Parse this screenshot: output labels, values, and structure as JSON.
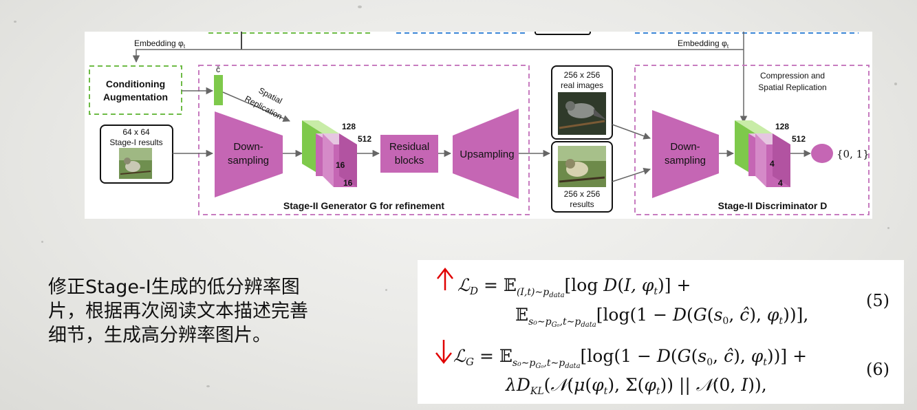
{
  "diagram": {
    "embedding_left": "Embedding φ",
    "embedding_right": "Embedding φ",
    "embedding_sub": "t",
    "c_hat": "ĉ",
    "conditioning_line1": "Conditioning",
    "conditioning_line2": "Augmentation",
    "spatial_line1": "Spatial",
    "spatial_line2": "Replication",
    "input_line1": "64 x 64",
    "input_line2": "Stage-I results",
    "downsampling_line1": "Down-",
    "downsampling_line2": "sampling",
    "cube_gen_128": "128",
    "cube_gen_512": "512",
    "cube_gen_16a": "16",
    "cube_gen_16b": "16",
    "residual_line1": "Residual",
    "residual_line2": "blocks",
    "upsampling": "Upsampling",
    "generator_label": "Stage-II Generator G for refinement",
    "real_line1": "256 x 256",
    "real_line2": "real images",
    "result_line1": "256 x 256",
    "result_line2": "results",
    "compression_line1": "Compression and",
    "compression_line2": "Spatial Replication",
    "disc_down_line1": "Down-",
    "disc_down_line2": "sampling",
    "cube_disc_128": "128",
    "cube_disc_512": "512",
    "cube_disc_4a": "4",
    "cube_disc_4b": "4",
    "output": "{0, 1}",
    "discriminator_label": "Stage-II Discriminator D",
    "colors": {
      "magenta": "#c566b4",
      "green": "#7ec94b",
      "pink_dash": "#c77bbf",
      "green_dash": "#6dbb45",
      "blue_dash": "#3a85d6"
    }
  },
  "description": {
    "line1": "修正Stage-I生成的低分辨率图",
    "line2": "片，根据再次阅读文本描述完善",
    "line3": "细节，生成高分辨率图片。"
  },
  "equations": {
    "eq5_number": "(5)",
    "eq6_number": "(6)",
    "arrow_up_color": "#e00000",
    "arrow_down_color": "#e00000"
  }
}
